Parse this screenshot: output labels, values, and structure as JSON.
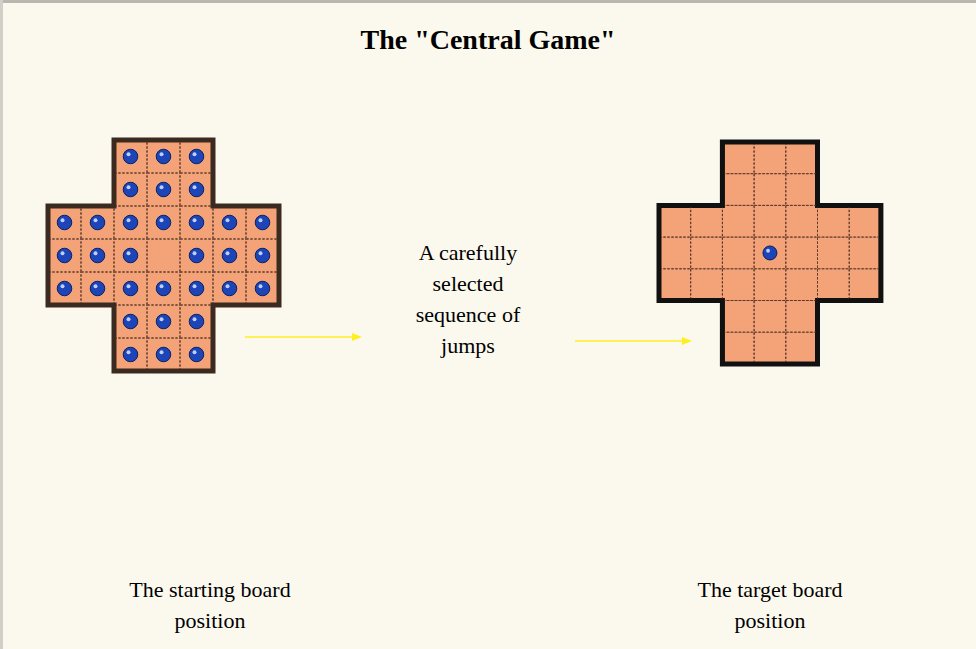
{
  "diagram": {
    "title": "The \"Central Game\"",
    "labels": [
      "A carefully selected sequence of jumps",
      "The starting board position",
      "The target board position"
    ]
  }
}
